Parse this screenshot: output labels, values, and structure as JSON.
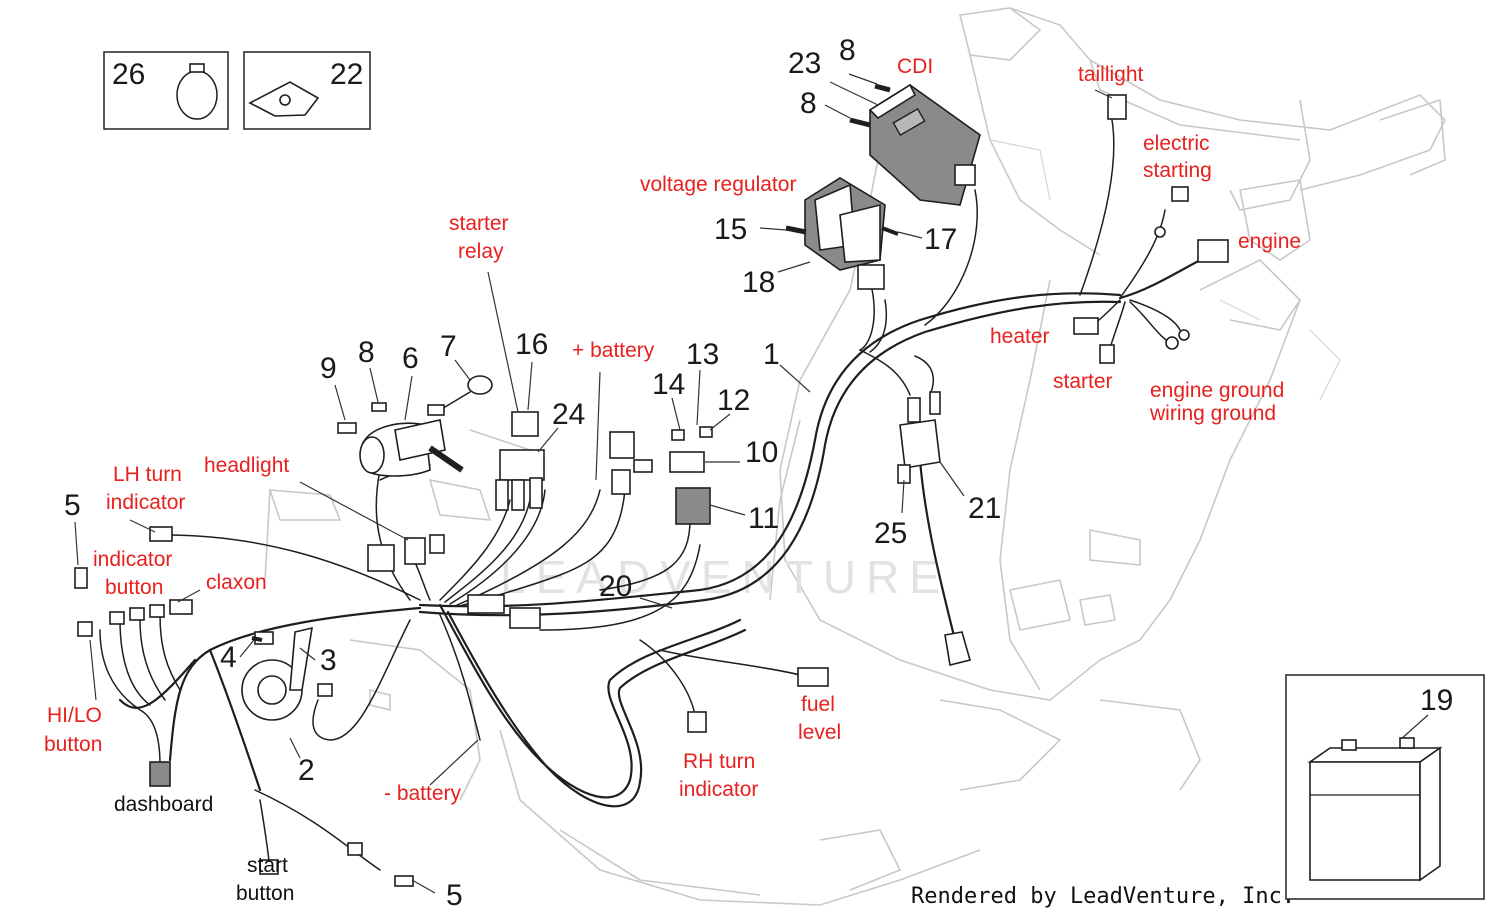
{
  "diagram": {
    "labels": {
      "cdi": "CDI",
      "taillight": "taillight",
      "electric_starting_1": "electric",
      "electric_starting_2": "starting",
      "voltage_regulator": "voltage regulator",
      "engine": "engine",
      "starter_relay_1": "starter",
      "starter_relay_2": "relay",
      "plus_battery": "+ battery",
      "heater": "heater",
      "starter": "starter",
      "engine_ground": "engine ground",
      "wiring_ground": "wiring ground",
      "lh_turn_1": "LH turn",
      "lh_turn_2": "indicator",
      "headlight": "headlight",
      "indicator_button_1": "indicator",
      "indicator_button_2": "button",
      "claxon": "claxon",
      "hilo_1": "HI/LO",
      "hilo_2": "button",
      "dashboard": "dashboard",
      "start_button_1": "start",
      "start_button_2": "button",
      "minus_battery": "- battery",
      "fuel_level_1": "fuel",
      "fuel_level_2": "level",
      "rh_turn_1": "RH turn",
      "rh_turn_2": "indicator"
    },
    "part_numbers": {
      "p26": "26",
      "p22": "22",
      "p23": "23",
      "p8a": "8",
      "p8b": "8",
      "p8c": "8",
      "p15": "15",
      "p17": "17",
      "p18": "18",
      "p16": "16",
      "p24": "24",
      "p14": "14",
      "p13": "13",
      "p12": "12",
      "p10": "10",
      "p11": "11",
      "p1": "1",
      "p9": "9",
      "p6": "6",
      "p7": "7",
      "p5a": "5",
      "p5b": "5",
      "p4": "4",
      "p3": "3",
      "p2": "2",
      "p20": "20",
      "p21": "21",
      "p25": "25",
      "p19": "19"
    },
    "watermark": "LEADVENTURE",
    "footer": "Rendered by LeadVenture, Inc.",
    "colors": {
      "label_red": "#e8201e",
      "frame_grey": "#c8c8c8",
      "line": "#1e1e1e"
    }
  }
}
